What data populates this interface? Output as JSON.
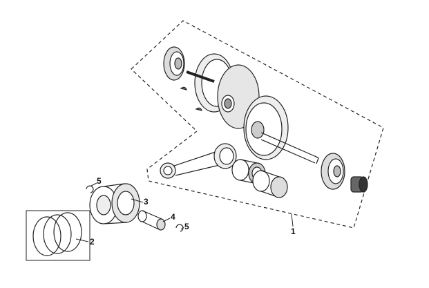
{
  "callouts": [
    {
      "id": "crankshaft-assembly",
      "number": "1"
    },
    {
      "id": "piston-ring-set",
      "number": "2"
    },
    {
      "id": "piston",
      "number": "3"
    },
    {
      "id": "piston-pin",
      "number": "4"
    },
    {
      "id": "clip-upper",
      "number": "5"
    },
    {
      "id": "clip-lower",
      "number": "5"
    }
  ],
  "colors": {
    "line": "#222222",
    "fill": "#d9d9d9",
    "background": "#ffffff"
  }
}
